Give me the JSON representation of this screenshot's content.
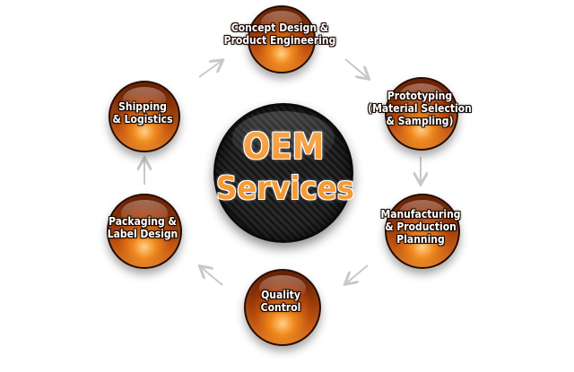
{
  "center": {
    "line1": "OEM",
    "line2": "Services"
  },
  "nodes": [
    {
      "lines": [
        "Concept Design &",
        "Product Engineering"
      ]
    },
    {
      "lines": [
        "Prototyping",
        "(Material Selection",
        "& Sampling)"
      ]
    },
    {
      "lines": [
        "Manufacturing",
        "& Production",
        "Planning"
      ]
    },
    {
      "lines": [
        "Quality",
        "Control"
      ]
    },
    {
      "lines": [
        "Packaging &",
        "Label Design"
      ]
    },
    {
      "lines": [
        "Shipping",
        "& Logistics"
      ]
    }
  ],
  "colors": {
    "node_orange": "#f08a1e",
    "center_text": "#f59a35",
    "arrow": "#c8c8c8"
  }
}
